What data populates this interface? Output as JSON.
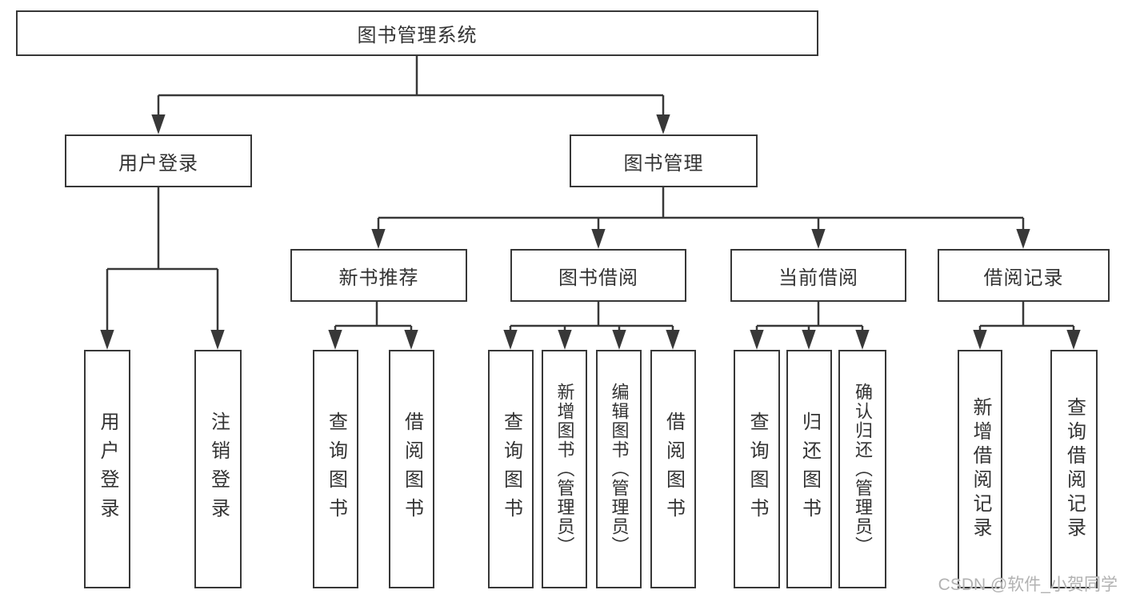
{
  "diagram": {
    "root": {
      "label": "图书管理系统"
    },
    "branches": [
      {
        "label": "用户登录",
        "leaves": [
          {
            "label": "用户登录"
          },
          {
            "label": "注销登录"
          }
        ]
      },
      {
        "label": "图书管理",
        "groups": [
          {
            "label": "新书推荐",
            "leaves": [
              {
                "label": "查询图书"
              },
              {
                "label": "借阅图书"
              }
            ]
          },
          {
            "label": "图书借阅",
            "leaves": [
              {
                "label": "查询图书"
              },
              {
                "label": "新增图书（管理员）"
              },
              {
                "label": "编辑图书（管理员）"
              },
              {
                "label": "借阅图书"
              }
            ]
          },
          {
            "label": "当前借阅",
            "leaves": [
              {
                "label": "查询图书"
              },
              {
                "label": "归还图书"
              },
              {
                "label": "确认归还（管理员）"
              }
            ]
          },
          {
            "label": "借阅记录",
            "leaves": [
              {
                "label": "新增借阅记录"
              },
              {
                "label": "查询借阅记录"
              }
            ]
          }
        ]
      }
    ]
  },
  "watermark": {
    "text": "CSDN @软件_小贺同学"
  },
  "colors": {
    "line": "#383838",
    "box_border": "#373737",
    "text": "#333333",
    "watermark": "#b2b2b2",
    "background": "#ffffff"
  }
}
